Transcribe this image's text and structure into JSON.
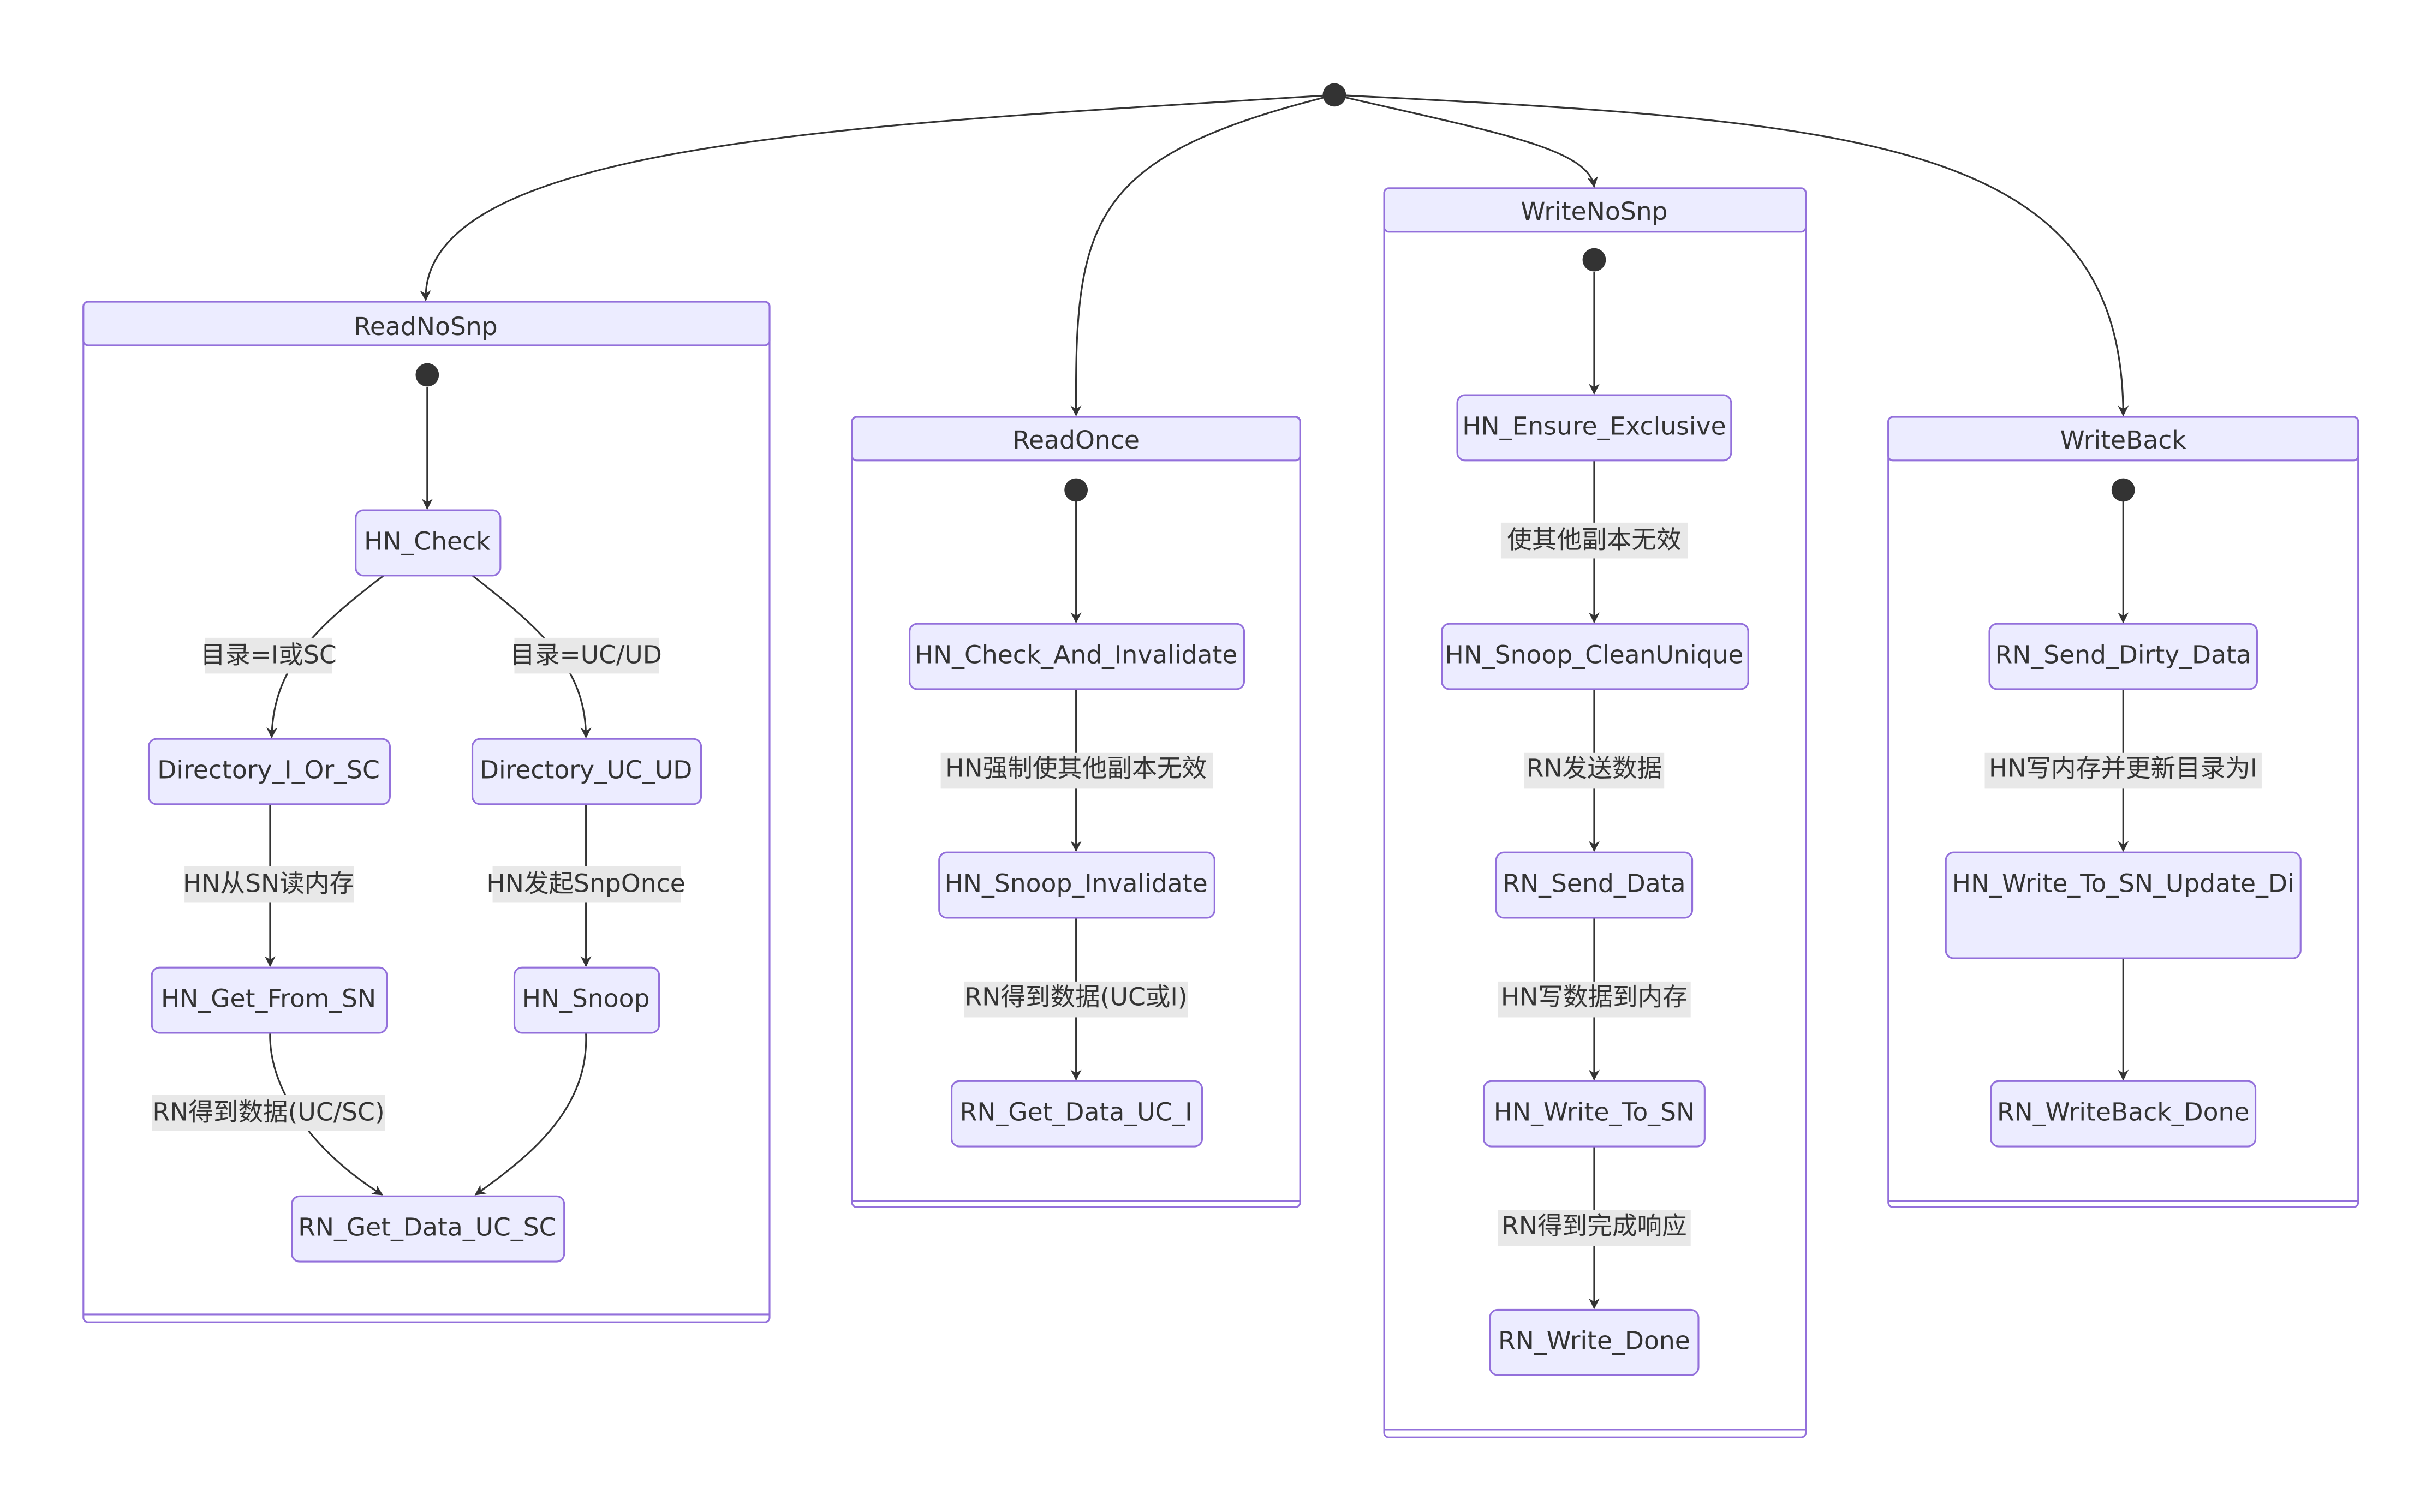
{
  "states": {
    "readnosnp": {
      "title": "ReadNoSnp",
      "hn_check": "HN_Check",
      "directory_i_or_sc": "Directory_I_Or_SC",
      "directory_uc_ud": "Directory_UC_UD",
      "hn_get_from_sn": "HN_Get_From_SN",
      "hn_snoop": "HN_Snoop",
      "rn_get_data_uc_sc": "RN_Get_Data_UC_SC"
    },
    "readonce": {
      "title": "ReadOnce",
      "hn_check_and_invalidate": "HN_Check_And_Invalidate",
      "hn_snoop_invalidate": "HN_Snoop_Invalidate",
      "rn_get_data_uc_i": "RN_Get_Data_UC_I"
    },
    "writenosnp": {
      "title": "WriteNoSnp",
      "hn_ensure_exclusive": "HN_Ensure_Exclusive",
      "hn_snoop_cleanunique": "HN_Snoop_CleanUnique",
      "rn_send_data": "RN_Send_Data",
      "hn_write_to_sn": "HN_Write_To_SN",
      "rn_write_done": "RN_Write_Done"
    },
    "writeback": {
      "title": "WriteBack",
      "rn_send_dirty_data": "RN_Send_Dirty_Data",
      "hn_write_to_sn_update_di": "HN_Write_To_SN_Update_Di",
      "rn_writeback_done": "RN_WriteBack_Done"
    }
  },
  "transitions": {
    "dir_i_or_sc": "目录=I或SC",
    "dir_uc_ud": "目录=UC/UD",
    "hn_read_from_sn": "HN从SN读内存",
    "hn_issue_snponce": "HN发起SnpOnce",
    "rn_get_data_uc_sc": "RN得到数据(UC/SC)",
    "hn_force_invalidate": "HN强制使其他副本无效",
    "rn_get_data_uc_i": "RN得到数据(UC或I)",
    "invalidate_others": "使其他副本无效",
    "rn_send_data": "RN发送数据",
    "hn_write_data_to_mem": "HN写数据到内存",
    "rn_get_completion": "RN得到完成响应",
    "hn_write_mem_update_dir": "HN写内存并更新目录为I"
  },
  "colors": {
    "node_fill": "#ececff",
    "node_stroke": "#9370db",
    "edge": "#333333",
    "edge_label_bg": "#e8e8e8",
    "text": "#333333"
  }
}
